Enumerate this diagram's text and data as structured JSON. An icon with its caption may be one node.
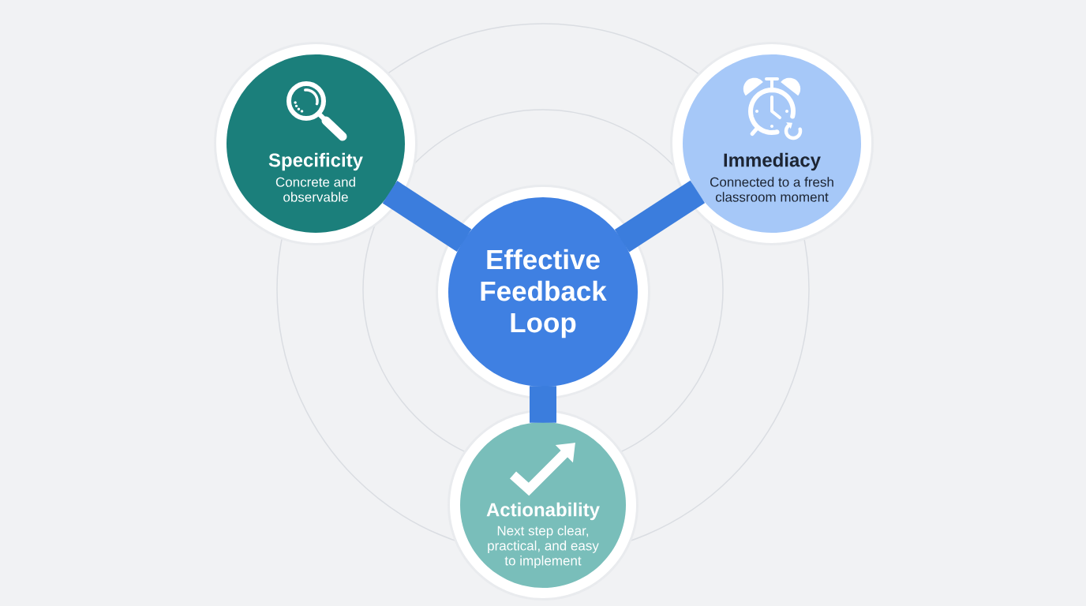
{
  "diagram": {
    "nodes": [
      {
        "text": [
          "Specificity",
          "Concrete and observable"
        ]
      },
      {
        "text": [
          "Immediacy",
          "Connected to a fresh classroom moment"
        ]
      },
      {
        "text": [
          "Effective Feedback Loop"
        ]
      },
      {
        "text": [
          "Actionability",
          "Next step clear, practical, and easy to implement"
        ]
      }
    ],
    "edges": [
      {
        "from": 2,
        "to": 0,
        "arrow": "none"
      },
      {
        "from": 2,
        "to": 1,
        "arrow": "none"
      },
      {
        "from": 2,
        "to": 3,
        "arrow": "none"
      }
    ]
  }
}
